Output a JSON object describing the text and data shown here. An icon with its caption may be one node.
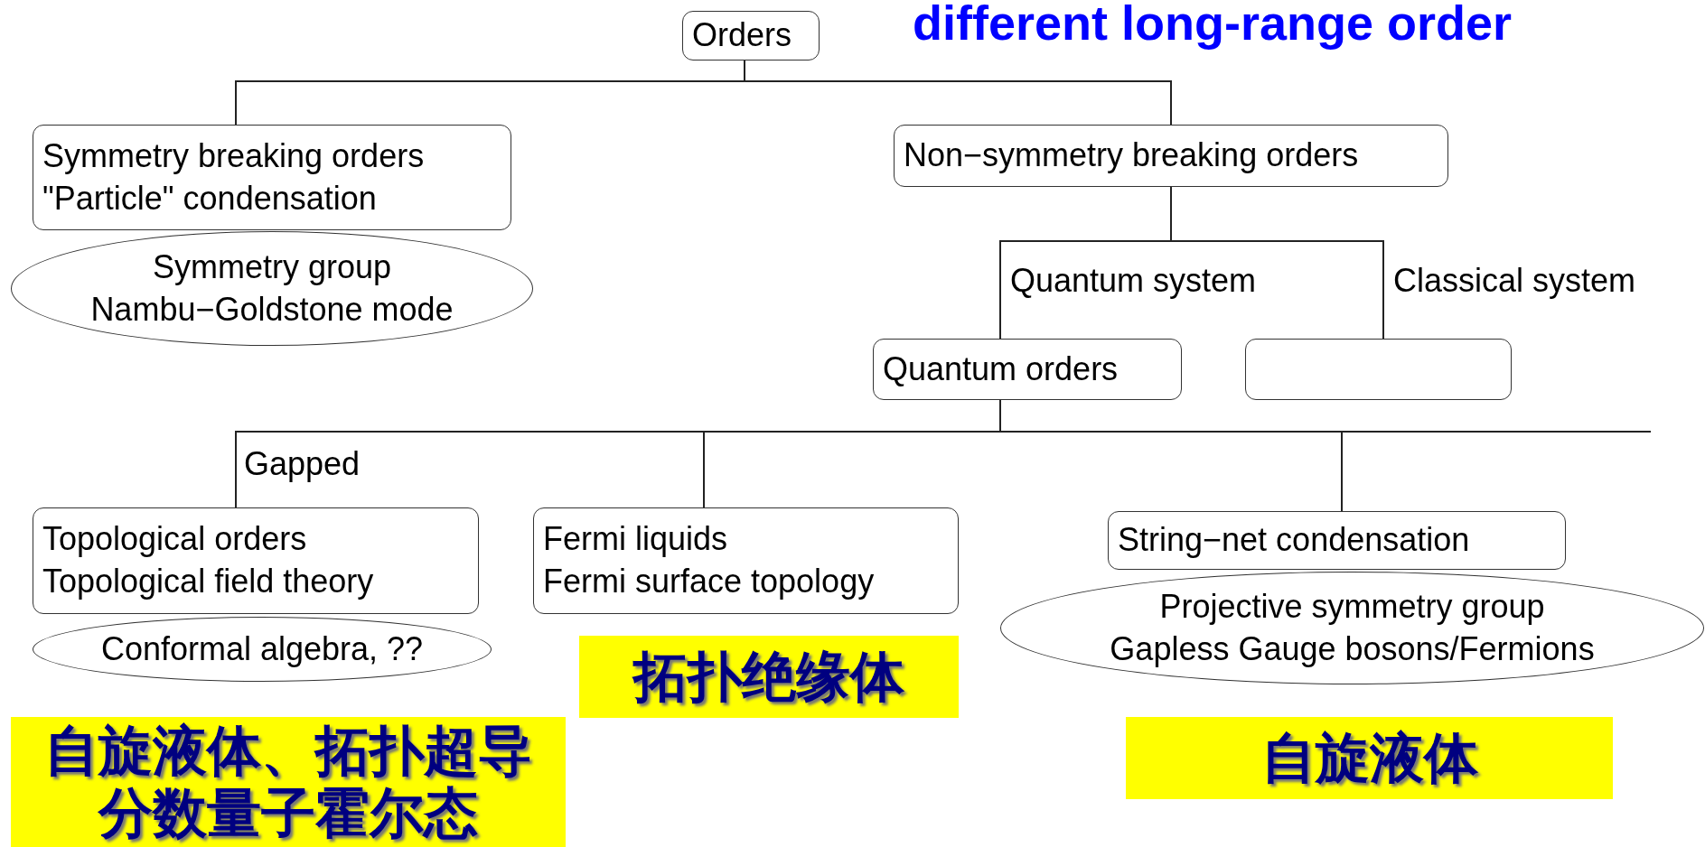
{
  "diagram": {
    "title": "different long-range order",
    "nodes": [
      {
        "text": [
          "Orders"
        ]
      },
      {
        "text": [
          "Symmetry breaking orders",
          "\"Particle\" condensation"
        ]
      },
      {
        "text": [
          "Non−symmetry breaking orders"
        ]
      },
      {
        "text": [
          "Symmetry group",
          "Nambu−Goldstone mode"
        ]
      },
      {
        "text": [
          "Quantum orders"
        ]
      },
      {
        "text": [],
        "shape": "box"
      },
      {
        "text": [
          "Topological orders",
          "Topological field theory"
        ]
      },
      {
        "text": [
          "Fermi liquids",
          "Fermi surface topology"
        ]
      },
      {
        "text": [
          "String−net condensation"
        ]
      },
      {
        "text": [
          "Conformal algebra, ??"
        ]
      },
      {
        "text": [
          "拓扑绝缘体"
        ]
      },
      {
        "text": [
          "Projective symmetry group",
          "Gapless Gauge bosons/Fermions"
        ]
      },
      {
        "text": [
          "自旋液体、拓扑超导",
          "分数量子霍尔态"
        ]
      },
      {
        "text": [
          "自旋液体"
        ]
      }
    ],
    "edges": [
      {
        "from": 0,
        "to": 1,
        "arrow": "none"
      },
      {
        "from": 0,
        "to": 2,
        "arrow": "none"
      },
      {
        "from": 2,
        "to": 4,
        "arrow": "none",
        "label": "Quantum system"
      },
      {
        "from": 2,
        "to": 5,
        "arrow": "none",
        "label": "Classical system"
      },
      {
        "from": 4,
        "to": 6,
        "arrow": "none",
        "label": "Gapped"
      },
      {
        "from": 4,
        "to": 7,
        "arrow": "none"
      },
      {
        "from": 4,
        "to": 8,
        "arrow": "none"
      }
    ]
  }
}
